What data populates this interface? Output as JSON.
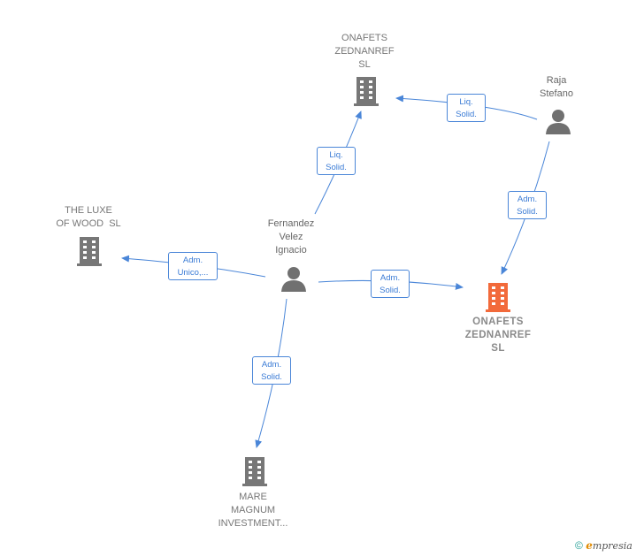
{
  "nodes": {
    "onafets_top": {
      "lines": [
        "ONAFETS",
        "ZEDNANREF",
        "SL"
      ]
    },
    "raja": {
      "lines": [
        "Raja",
        "Stefano"
      ]
    },
    "luxe": {
      "lines": [
        "THE LUXE",
        "OF WOOD  SL"
      ]
    },
    "fernandez": {
      "lines": [
        "Fernandez",
        "Velez",
        "Ignacio"
      ]
    },
    "onafets_focus": {
      "lines": [
        "ONAFETS",
        "ZEDNANREF",
        "SL"
      ]
    },
    "mare": {
      "lines": [
        "MARE",
        "MAGNUM",
        "INVESTMENT..."
      ]
    }
  },
  "edges": {
    "raja_to_top": [
      "Liq.",
      "Solid."
    ],
    "fern_to_top": [
      "Liq.",
      "Solid."
    ],
    "raja_to_focus": [
      "Adm.",
      "Solid."
    ],
    "fern_to_luxe": [
      "Adm.",
      "Unico,..."
    ],
    "fern_to_focus": [
      "Adm.",
      "Solid."
    ],
    "fern_to_mare": [
      "Adm.",
      "Solid."
    ]
  },
  "colors": {
    "edge": "#4a86d8",
    "company": "#777777",
    "focus_company": "#f26a3b",
    "person": "#707070"
  },
  "brand": {
    "copyright": "©",
    "name_initial": "e",
    "name_rest": "mpresia"
  }
}
